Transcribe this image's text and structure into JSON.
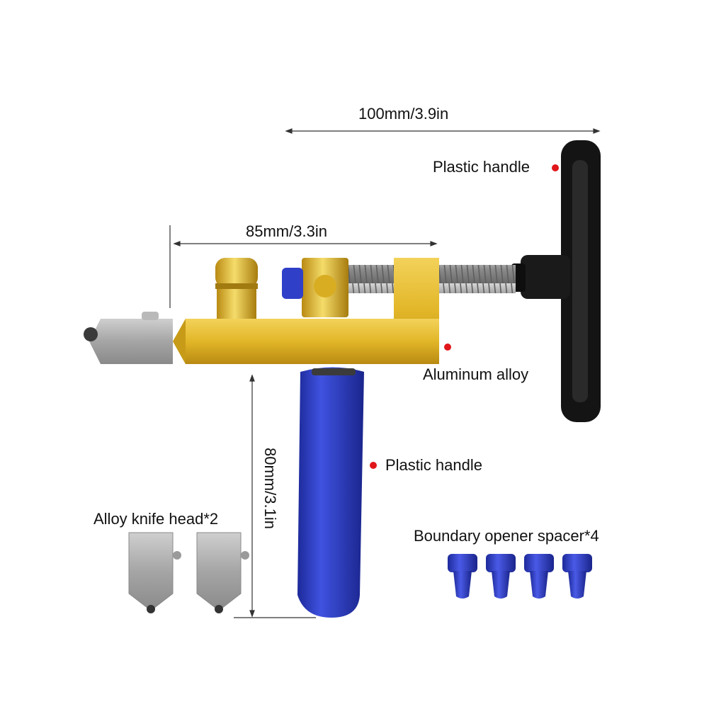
{
  "dimensions": {
    "overall_length": "100mm/3.9in",
    "body_length": "85mm/3.3in",
    "handle_length": "80mm/3.1in"
  },
  "callouts": {
    "top_handle": "Plastic handle",
    "body_material": "Aluminum alloy",
    "grip_handle": "Plastic handle"
  },
  "accessories": {
    "knife_heads": "Alloy knife head*2",
    "spacers": "Boundary opener spacer*4"
  },
  "colors": {
    "callout_dot": "#e0161a",
    "body_gold": "#e2b628",
    "grip_blue": "#2f3fc8",
    "handle_black": "#141414",
    "steel": "#a9a9a9"
  }
}
